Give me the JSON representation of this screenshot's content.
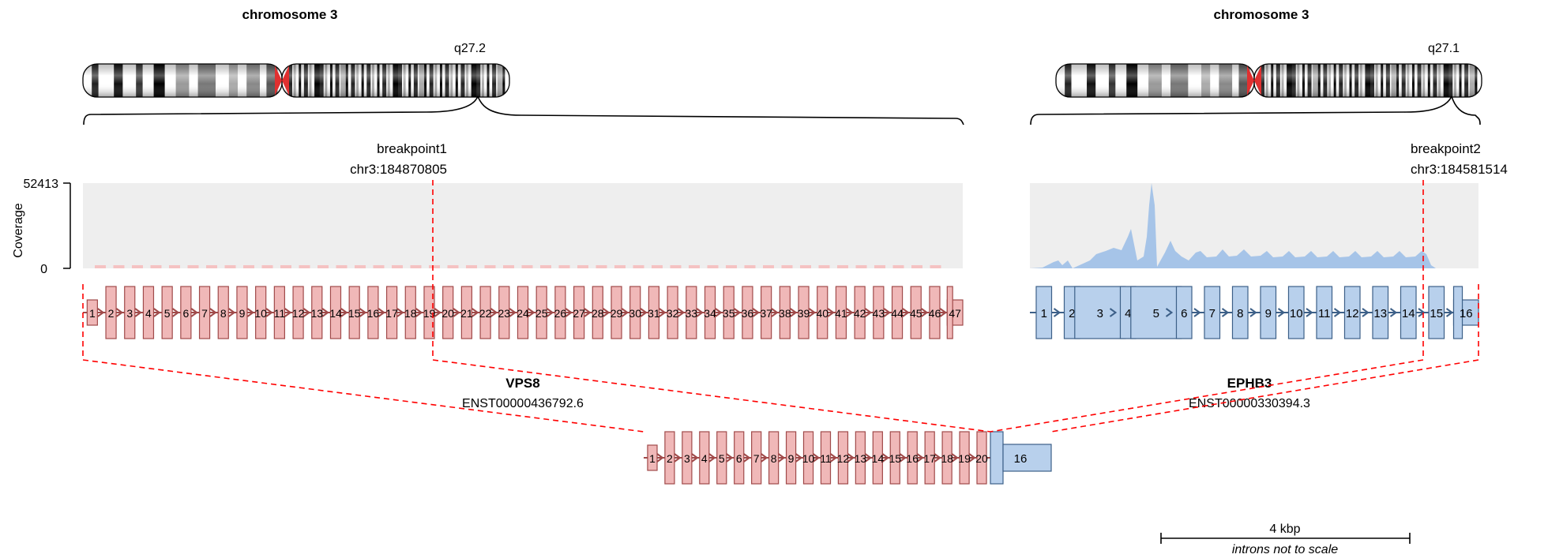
{
  "panels": {
    "left": {
      "chromosome_title": "chromosome 3",
      "band_label": "q27.2",
      "breakpoint_name": "breakpoint1",
      "breakpoint_position": "chr3:184870805",
      "gene_name": "VPS8",
      "transcript_id": "ENST00000436792.6",
      "exon_labels": [
        "1",
        "2",
        "3",
        "4",
        "5",
        "6",
        "7",
        "8",
        "9",
        "10",
        "11",
        "12",
        "13",
        "14",
        "15",
        "16",
        "17",
        "18",
        "19",
        "20",
        "21",
        "22",
        "23",
        "24",
        "25",
        "26",
        "27",
        "28",
        "29",
        "30",
        "31",
        "32",
        "33",
        "34",
        "35",
        "36",
        "37",
        "38",
        "39",
        "40",
        "41",
        "42",
        "43",
        "44",
        "45",
        "46",
        "47"
      ]
    },
    "right": {
      "chromosome_title": "chromosome 3",
      "band_label": "q27.1",
      "breakpoint_name": "breakpoint2",
      "breakpoint_position": "chr3:184581514",
      "gene_name": "EPHB3",
      "transcript_id": "ENST00000330394.3",
      "exon_labels": [
        "1",
        "2",
        "3",
        "4",
        "5",
        "6",
        "7",
        "8",
        "9",
        "10",
        "11",
        "12",
        "13",
        "14",
        "15",
        "16"
      ]
    }
  },
  "coverage_axis": {
    "label": "Coverage",
    "max_tick": "52413",
    "min_tick": "0"
  },
  "fusion": {
    "exon_labels_vps8": [
      "1",
      "2",
      "3",
      "4",
      "5",
      "6",
      "7",
      "8",
      "9",
      "10",
      "11",
      "12",
      "13",
      "14",
      "15",
      "16",
      "17",
      "18",
      "19",
      "20"
    ],
    "exon_labels_ephb3": [
      "16"
    ]
  },
  "scale_bar": {
    "label": "4 kbp",
    "note": "introns not to scale"
  },
  "colors": {
    "vps8_fill": "#f0b8b8",
    "vps8_stroke": "#a04a4a",
    "ephb3_fill": "#b8d0ec",
    "ephb3_stroke": "#3d6088",
    "breakpoint": "#ff0000",
    "coverage_bg": "#eeeeee",
    "coverage_vps8": "#f5c2c2",
    "coverage_ephb3": "#a6c4e8"
  }
}
